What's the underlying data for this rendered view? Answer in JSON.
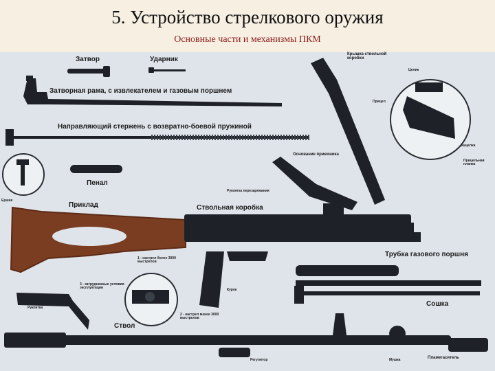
{
  "header": {
    "title": "5. Устройство стрелкового оружия",
    "subtitle": "Основные части и механизмы ПКМ"
  },
  "labels": {
    "zatvor": "Затвор",
    "udarnik": "Ударник",
    "kryshka": "Крышка ствольной коробки",
    "celik": "Целик",
    "prizel": "Прицел",
    "zatvornaya_rama": "Затворная рама, с извлекателем и газовым поршнем",
    "napravlyayuschiy": "Направляющий стержень с возвратно-боевой пружиной",
    "zaschelka": "Защелка",
    "pricelnaya_planka": "Прицельная планка",
    "osnovanie": "Основание приемника",
    "penal": "Пенал",
    "rukoyatka_perezaryazhaniya": "Рукоятка перезаряжания",
    "ershik": "Ершик",
    "priklad": "Приклад",
    "stvolnaya_korobka": "Ствольная коробка",
    "trubka": "Трубка газового поршня",
    "nastrel1": "1 - настрел более 3000 выстрелов",
    "nastrel3": "3 - затрудненные условия эксплуатации",
    "kurok": "Курок",
    "soshka": "Сошка",
    "rukoyatka": "Рукоятка",
    "nastrel2": "2 - настрел менее 3000 выстрелов",
    "stvol": "Ствол",
    "regulyator": "Регулятор",
    "mushka": "Мушка",
    "plamegasitel": "Пламегаситель"
  },
  "colors": {
    "metal": "#1e2228",
    "metal_light": "#3a4048",
    "wood": "#7a3d22",
    "wood_dark": "#5c2a16",
    "background": "#dfe4ea",
    "header": "#f6efe2",
    "subtitle": "#8b1a1a"
  }
}
